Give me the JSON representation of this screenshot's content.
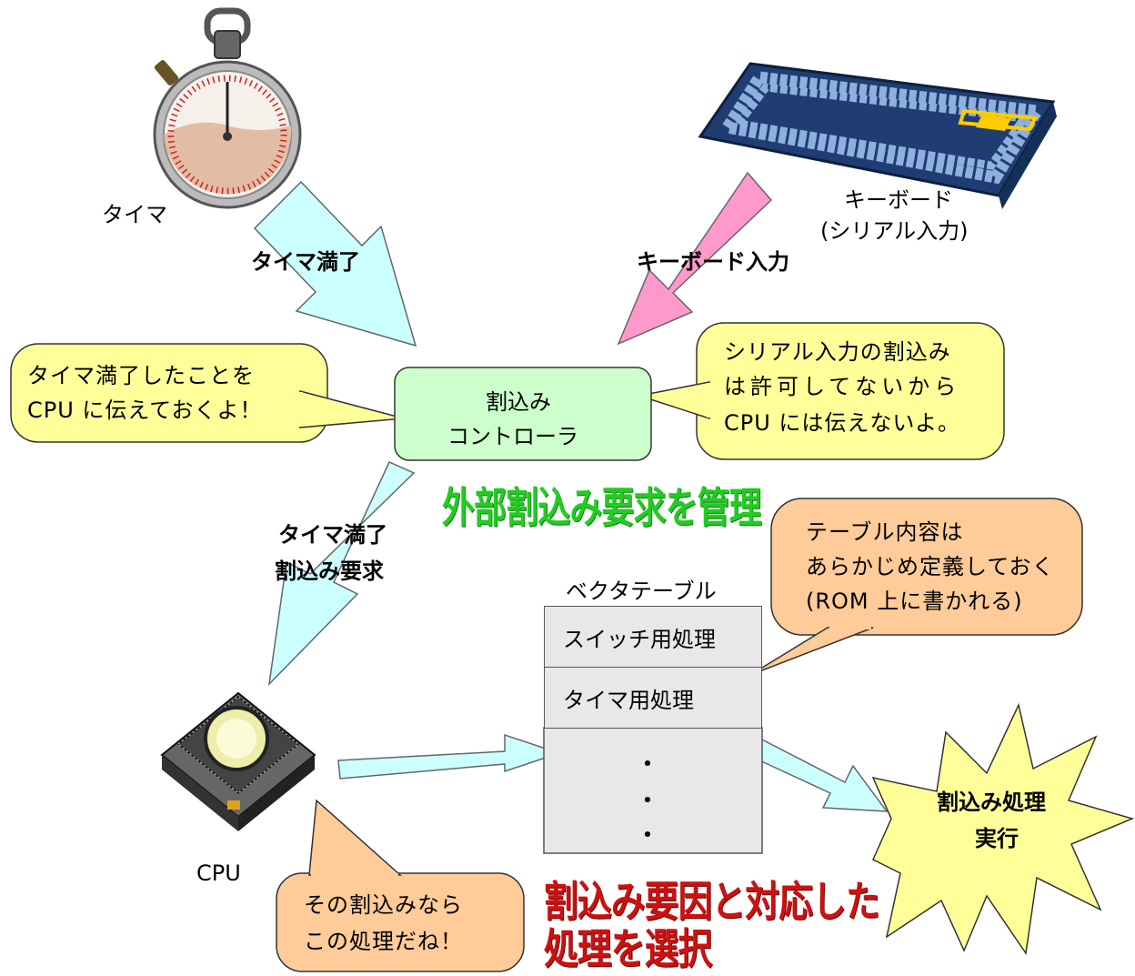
{
  "timer": {
    "label": "タイマ",
    "arrow_label": "タイマ満了"
  },
  "keyboard": {
    "label_line1": "キーボード",
    "label_line2": "(シリアル入力)",
    "arrow_label": "キーボード入力"
  },
  "controller": {
    "line1": "割込み",
    "line2": "コントローラ",
    "caption": "外部割込み要求を管理"
  },
  "bubble_left": {
    "line1": "タイマ満了したことを",
    "line2": "CPU に伝えておくよ！"
  },
  "bubble_right": {
    "line1": "シリアル入力の割込み",
    "line2": "は許可してないから",
    "line3": "CPU には伝えないよ。"
  },
  "request_arrow": {
    "line1": "タイマ満了",
    "line2": "割込み要求"
  },
  "vector_table": {
    "title": "ベクタテーブル",
    "rows": [
      "スイッチ用処理",
      "タイマ用処理"
    ],
    "dots": [
      "・",
      "・",
      "・"
    ]
  },
  "bubble_table": {
    "line1": "テーブル内容は",
    "line2": "あらかじめ定義しておく",
    "line3": "(ROM 上に書かれる)"
  },
  "cpu": {
    "label": "CPU"
  },
  "bubble_cpu": {
    "line1": "その割込みなら",
    "line2": "この処理だね！"
  },
  "select_caption": {
    "line1": "割込み要因と対応した",
    "line2": "処理を選択"
  },
  "execute": {
    "line1": "割込み処理",
    "line2": "実行"
  },
  "colors": {
    "cyan_arrow": "#ccffff",
    "pink_arrow": "#ff99cc",
    "yellow_bubble": "#ffff99",
    "orange_bubble": "#ffcc99",
    "controller_fill": "#ccffcc",
    "green_text": "#22cc22",
    "red_text": "#cc1111",
    "table_fill": "#e8e8e8"
  },
  "icons": [
    "stopwatch-icon",
    "keyboard-icon",
    "cpu-chip-icon",
    "explosion-icon"
  ]
}
